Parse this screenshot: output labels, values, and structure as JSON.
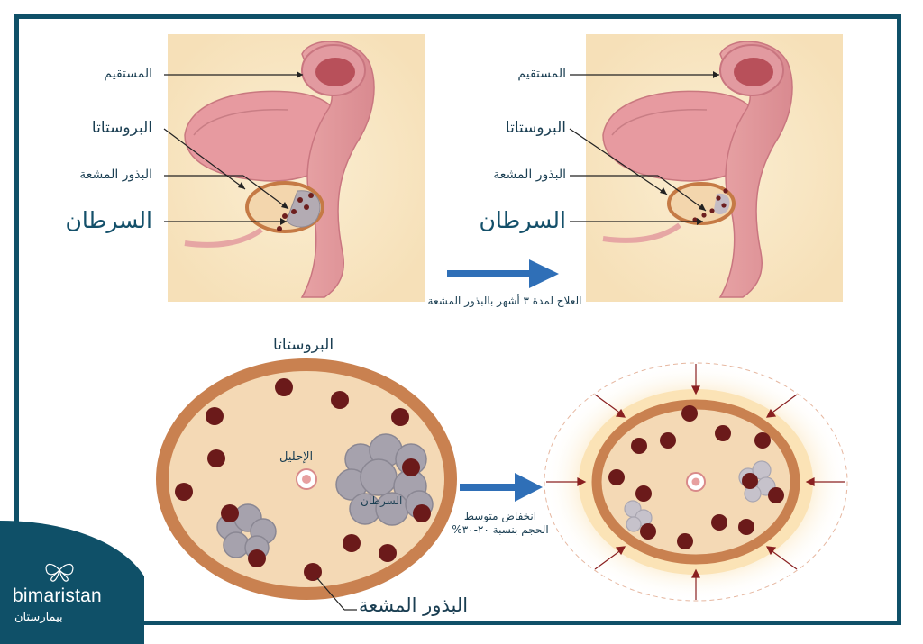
{
  "labels": {
    "rectum": "المستقيم",
    "prostate": "البروستاتا",
    "seeds": "البذور المشعة",
    "cancer": "السرطان",
    "treatment_caption": "العلاج لمدة ٣ أشهر بالبذور المشعة",
    "prostate_bottom": "البروستاتا",
    "urethra": "الإحليل",
    "cancer_small": "السرطان",
    "reduction_caption": "انخفاض متوسط الحجم بنسبة ٢٠-٣٠%",
    "seeds_bottom": "البذور المشعة"
  },
  "brand": {
    "name_en": "bimaristan",
    "name_ar": "بيمارستان",
    "color": "#0f5068"
  },
  "icons": [
    "right-arrow-icon",
    "butterfly-logo-icon"
  ]
}
